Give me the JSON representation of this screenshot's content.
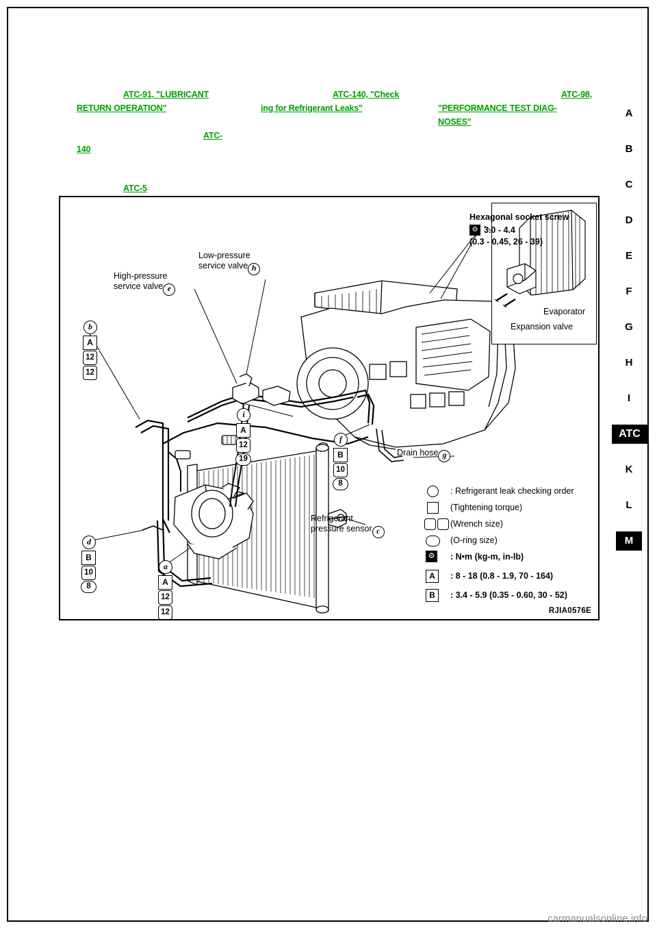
{
  "document": {
    "figure_id": "RJIA0576E",
    "watermark": "carmanualsonline.info"
  },
  "links": [
    {
      "text": "ATC-91, \"LUBRICANT"
    },
    {
      "text": "RETURN OPERATION\""
    },
    {
      "text": "ATC-140, \"Check"
    },
    {
      "text": "ing for Refrigerant Leaks\""
    },
    {
      "text": "ATC-98,"
    },
    {
      "text": "\"PERFORMANCE TEST DIAG-"
    },
    {
      "text": "NOSES\""
    },
    {
      "text": "ATC-"
    },
    {
      "text": "140"
    },
    {
      "text": "ATC-5"
    }
  ],
  "tabs": {
    "letters": [
      "A",
      "B",
      "C",
      "D",
      "E",
      "F",
      "G",
      "H",
      "I"
    ],
    "current": "ATC",
    "after": [
      "K",
      "L",
      "M"
    ]
  },
  "figure": {
    "callouts": {
      "high_pressure_service_valve": "High-pressure\nservice valve",
      "high_pressure_badge": "e",
      "low_pressure_service_valve": "Low-pressure\nservice valve",
      "low_pressure_badge": "h",
      "hexagonal_socket_screw": "Hexagonal socket screw",
      "hex_torque": "3.0 - 4.4",
      "hex_torque_alt": "(0.3 - 0.45, 26 - 39)",
      "evaporator": "Evaporator",
      "expansion_valve": "Expansion valve",
      "drain_hose": "Drain hose",
      "drain_hose_badge": "g",
      "refrigerant_pressure_sensor": "Refrigerant\npressure sensor",
      "refrigerant_pressure_sensor_badge": "c"
    },
    "markers": [
      {
        "id": "b",
        "type": "circle",
        "label": "b"
      },
      {
        "id": "a_sq_top",
        "type": "square",
        "label": "A"
      },
      {
        "id": "r12_top1",
        "type": "rsq",
        "label": "12"
      },
      {
        "id": "r12_top2",
        "type": "rsq",
        "label": "12"
      },
      {
        "id": "i",
        "type": "circle",
        "label": "i"
      },
      {
        "id": "a_sq_mid",
        "type": "square",
        "label": "A"
      },
      {
        "id": "r12_mid",
        "type": "rsq",
        "label": "12"
      },
      {
        "id": "o19",
        "type": "oval",
        "label": "19"
      },
      {
        "id": "f",
        "type": "circle",
        "label": "f"
      },
      {
        "id": "b_sq_mid",
        "type": "square",
        "label": "B"
      },
      {
        "id": "r10_mid",
        "type": "rsq",
        "label": "10"
      },
      {
        "id": "o8_mid",
        "type": "oval",
        "label": "8"
      },
      {
        "id": "d",
        "type": "circle",
        "label": "d"
      },
      {
        "id": "b_sq_low",
        "type": "square",
        "label": "B"
      },
      {
        "id": "r10_low",
        "type": "rsq",
        "label": "10"
      },
      {
        "id": "o8_low",
        "type": "oval",
        "label": "8"
      },
      {
        "id": "a_circ_bot",
        "type": "circle",
        "label": "a"
      },
      {
        "id": "a_sq_bot",
        "type": "square",
        "label": "A"
      },
      {
        "id": "r12_bot1",
        "type": "rsq",
        "label": "12"
      },
      {
        "id": "r12_bot2",
        "type": "rsq",
        "label": "12"
      }
    ],
    "legend": [
      {
        "symbol": "circle",
        "text": ": Refrigerant leak checking order",
        "bold": false
      },
      {
        "symbol": "square",
        "text": "(Tightening torque)",
        "bold": false
      },
      {
        "symbol": "rsq-pair",
        "text": "(Wrench size)",
        "bold": false
      },
      {
        "symbol": "oval",
        "text": "(O-ring size)",
        "bold": false
      },
      {
        "symbol": "torque",
        "text": ": N•m  (kg-m, in-lb)",
        "bold": true
      },
      {
        "symbol": "letter-A",
        "text": ": 8 - 18 (0.8 - 1.9, 70 - 164)",
        "bold": true
      },
      {
        "symbol": "letter-B",
        "text": ": 3.4 - 5.9 (0.35 - 0.60, 30 - 52)",
        "bold": true
      }
    ],
    "legend_letters": {
      "a": "A",
      "b": "B"
    }
  }
}
